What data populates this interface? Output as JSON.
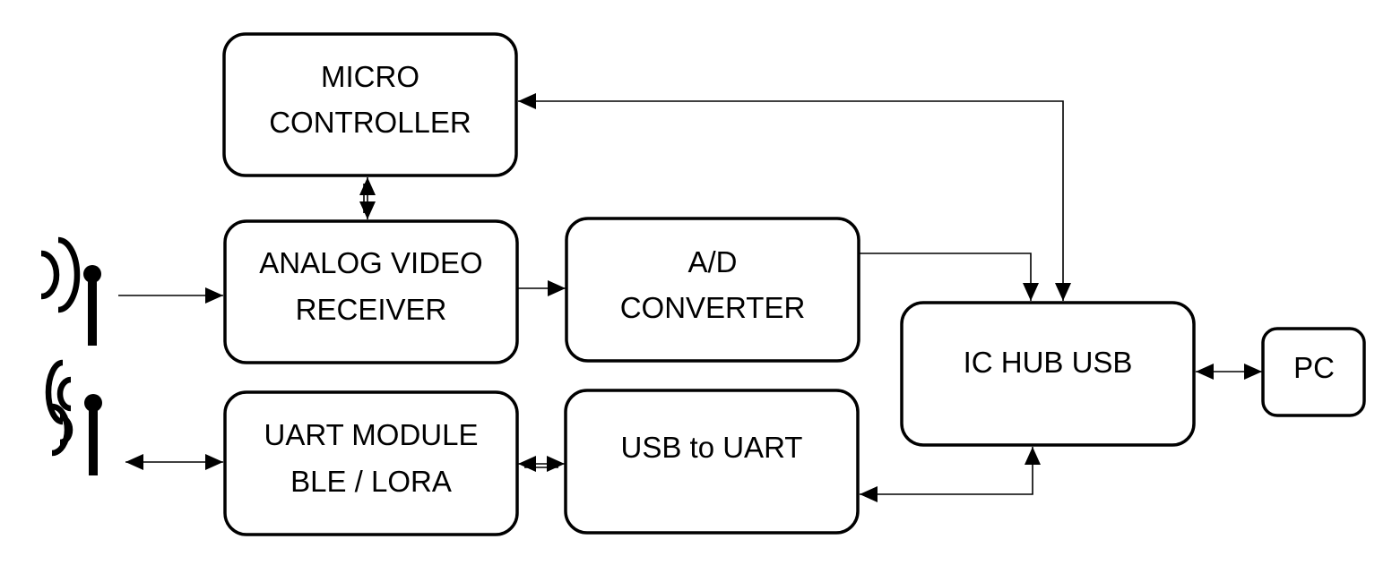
{
  "blocks": {
    "microcontroller": {
      "lines": [
        "MICRO",
        "CONTROLLER"
      ]
    },
    "analog_video_receiver": {
      "lines": [
        "ANALOG VIDEO",
        "RECEIVER"
      ]
    },
    "ad_converter": {
      "lines": [
        "A/D",
        "CONVERTER"
      ]
    },
    "uart_module": {
      "lines": [
        "UART MODULE",
        "BLE / LORA"
      ]
    },
    "usb_to_uart": {
      "lines": [
        "USB to UART"
      ]
    },
    "ic_hub_usb": {
      "lines": [
        "IC HUB USB"
      ]
    },
    "pc": {
      "lines": [
        "PC"
      ]
    }
  },
  "icons": {
    "video_antenna": "antenna-receive-icon",
    "radio_antenna": "antenna-bidirectional-icon"
  },
  "colors": {
    "stroke": "#000000",
    "background": "#ffffff"
  }
}
